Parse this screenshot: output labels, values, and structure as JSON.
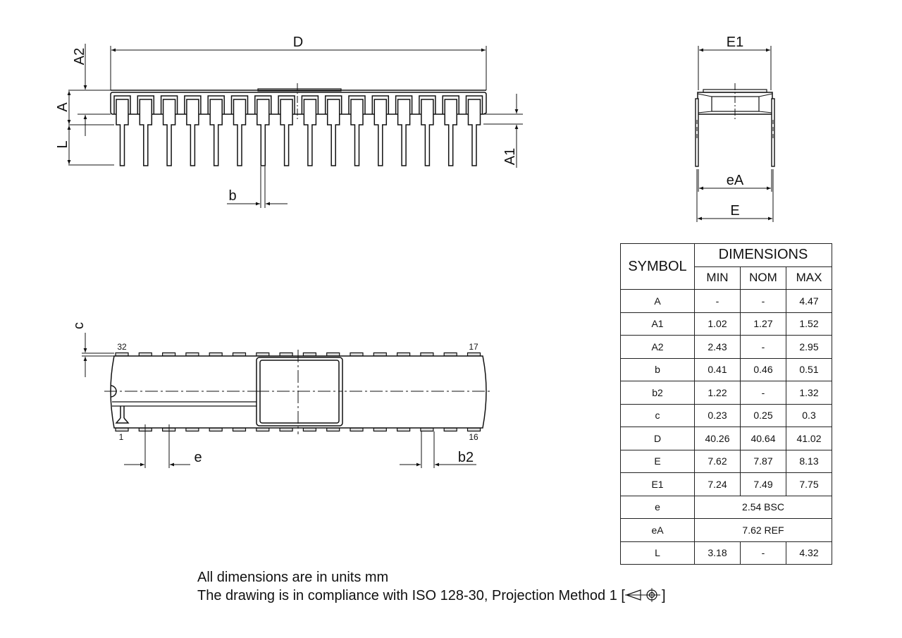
{
  "labels": {
    "D": "D",
    "A2": "A2",
    "A": "A",
    "L": "L",
    "A1": "A1",
    "b": "b",
    "E1": "E1",
    "eA": "eA",
    "E": "E",
    "c": "c",
    "e": "e",
    "b2": "b2",
    "pin_1": "1",
    "pin_16": "16",
    "pin_17": "17",
    "pin_32": "32"
  },
  "table": {
    "symbol_header": "SYMBOL",
    "dimensions_header": "DIMENSIONS",
    "col_min": "MIN",
    "col_nom": "NOM",
    "col_max": "MAX",
    "rows": [
      {
        "symbol": "A",
        "min": "-",
        "nom": "-",
        "max": "4.47"
      },
      {
        "symbol": "A1",
        "min": "1.02",
        "nom": "1.27",
        "max": "1.52"
      },
      {
        "symbol": "A2",
        "min": "2.43",
        "nom": "-",
        "max": "2.95"
      },
      {
        "symbol": "b",
        "min": "0.41",
        "nom": "0.46",
        "max": "0.51"
      },
      {
        "symbol": "b2",
        "min": "1.22",
        "nom": "-",
        "max": "1.32"
      },
      {
        "symbol": "c",
        "min": "0.23",
        "nom": "0.25",
        "max": "0.3"
      },
      {
        "symbol": "D",
        "min": "40.26",
        "nom": "40.64",
        "max": "41.02"
      },
      {
        "symbol": "E",
        "min": "7.62",
        "nom": "7.87",
        "max": "8.13"
      },
      {
        "symbol": "E1",
        "min": "7.24",
        "nom": "7.49",
        "max": "7.75"
      },
      {
        "symbol": "e",
        "span": "2.54 BSC"
      },
      {
        "symbol": "eA",
        "span": "7.62 REF"
      },
      {
        "symbol": "L",
        "min": "3.18",
        "nom": "-",
        "max": "4.32"
      }
    ]
  },
  "notes": {
    "units": "All dimensions are in units mm",
    "compliance": "The drawing is in compliance with ISO 128-30, Projection Method 1 [",
    "compliance_end": "]",
    "projection_icon": "first-angle-projection-icon"
  },
  "package": {
    "pin_count": 32,
    "pins_per_side": 16,
    "line_color": "#111111"
  }
}
